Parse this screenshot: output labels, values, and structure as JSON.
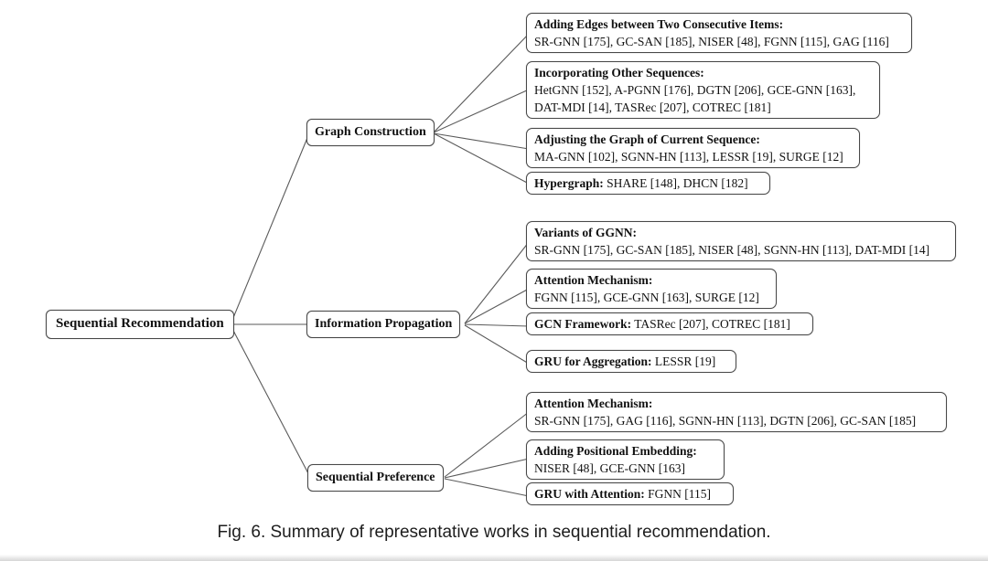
{
  "colors": {
    "background": "#ffffff",
    "box_border": "#484848",
    "connector": "#5a5a5a",
    "text": "#111111"
  },
  "figure": {
    "caption": "Fig. 6. Summary of representative works in sequential recommendation."
  },
  "tree": {
    "root": {
      "label": "Sequential Recommendation"
    },
    "groups": [
      {
        "label": "Graph Construction",
        "leaves": [
          {
            "title": "Adding Edges between Two Consecutive Items:",
            "body": "SR-GNN [175], GC-SAN [185], NISER [48], FGNN [115], GAG [116]"
          },
          {
            "title": "Incorporating Other Sequences:",
            "body": "HetGNN [152], A-PGNN [176], DGTN [206], GCE-GNN [163], DAT-MDI [14], TASRec [207], COTREC [181]"
          },
          {
            "title": "Adjusting the Graph of Current Sequence:",
            "body": "MA-GNN [102], SGNN-HN [113], LESSR [19], SURGE [12]"
          },
          {
            "title": "Hypergraph:",
            "body": "SHARE [148], DHCN [182]"
          }
        ]
      },
      {
        "label": "Information Propagation",
        "leaves": [
          {
            "title": "Variants of GGNN:",
            "body": "SR-GNN [175], GC-SAN [185], NISER [48], SGNN-HN [113], DAT-MDI [14]"
          },
          {
            "title": "Attention Mechanism:",
            "body": "FGNN [115], GCE-GNN [163], SURGE [12]"
          },
          {
            "title": "GCN Framework:",
            "body": "TASRec [207], COTREC [181]"
          },
          {
            "title": "GRU for Aggregation:",
            "body": "LESSR [19]"
          }
        ]
      },
      {
        "label": "Sequential Preference",
        "leaves": [
          {
            "title": "Attention Mechanism:",
            "body": "SR-GNN [175], GAG [116], SGNN-HN [113], DGTN [206], GC-SAN [185]"
          },
          {
            "title": "Adding Positional Embedding:",
            "body": "NISER [48], GCE-GNN [163]"
          },
          {
            "title": "GRU with Attention:",
            "body": "FGNN [115]"
          }
        ]
      }
    ]
  }
}
